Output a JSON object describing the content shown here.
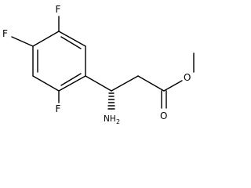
{
  "molecule": {
    "atoms": {
      "f_top": "F",
      "f_left": "F",
      "f_bottom": "F",
      "o_ester": "O",
      "o_carbonyl": "O",
      "amine_main": "NH",
      "amine_sub": "2"
    },
    "colors": {
      "bond": "#000000",
      "label": "#000000",
      "background": "#ffffff"
    }
  }
}
